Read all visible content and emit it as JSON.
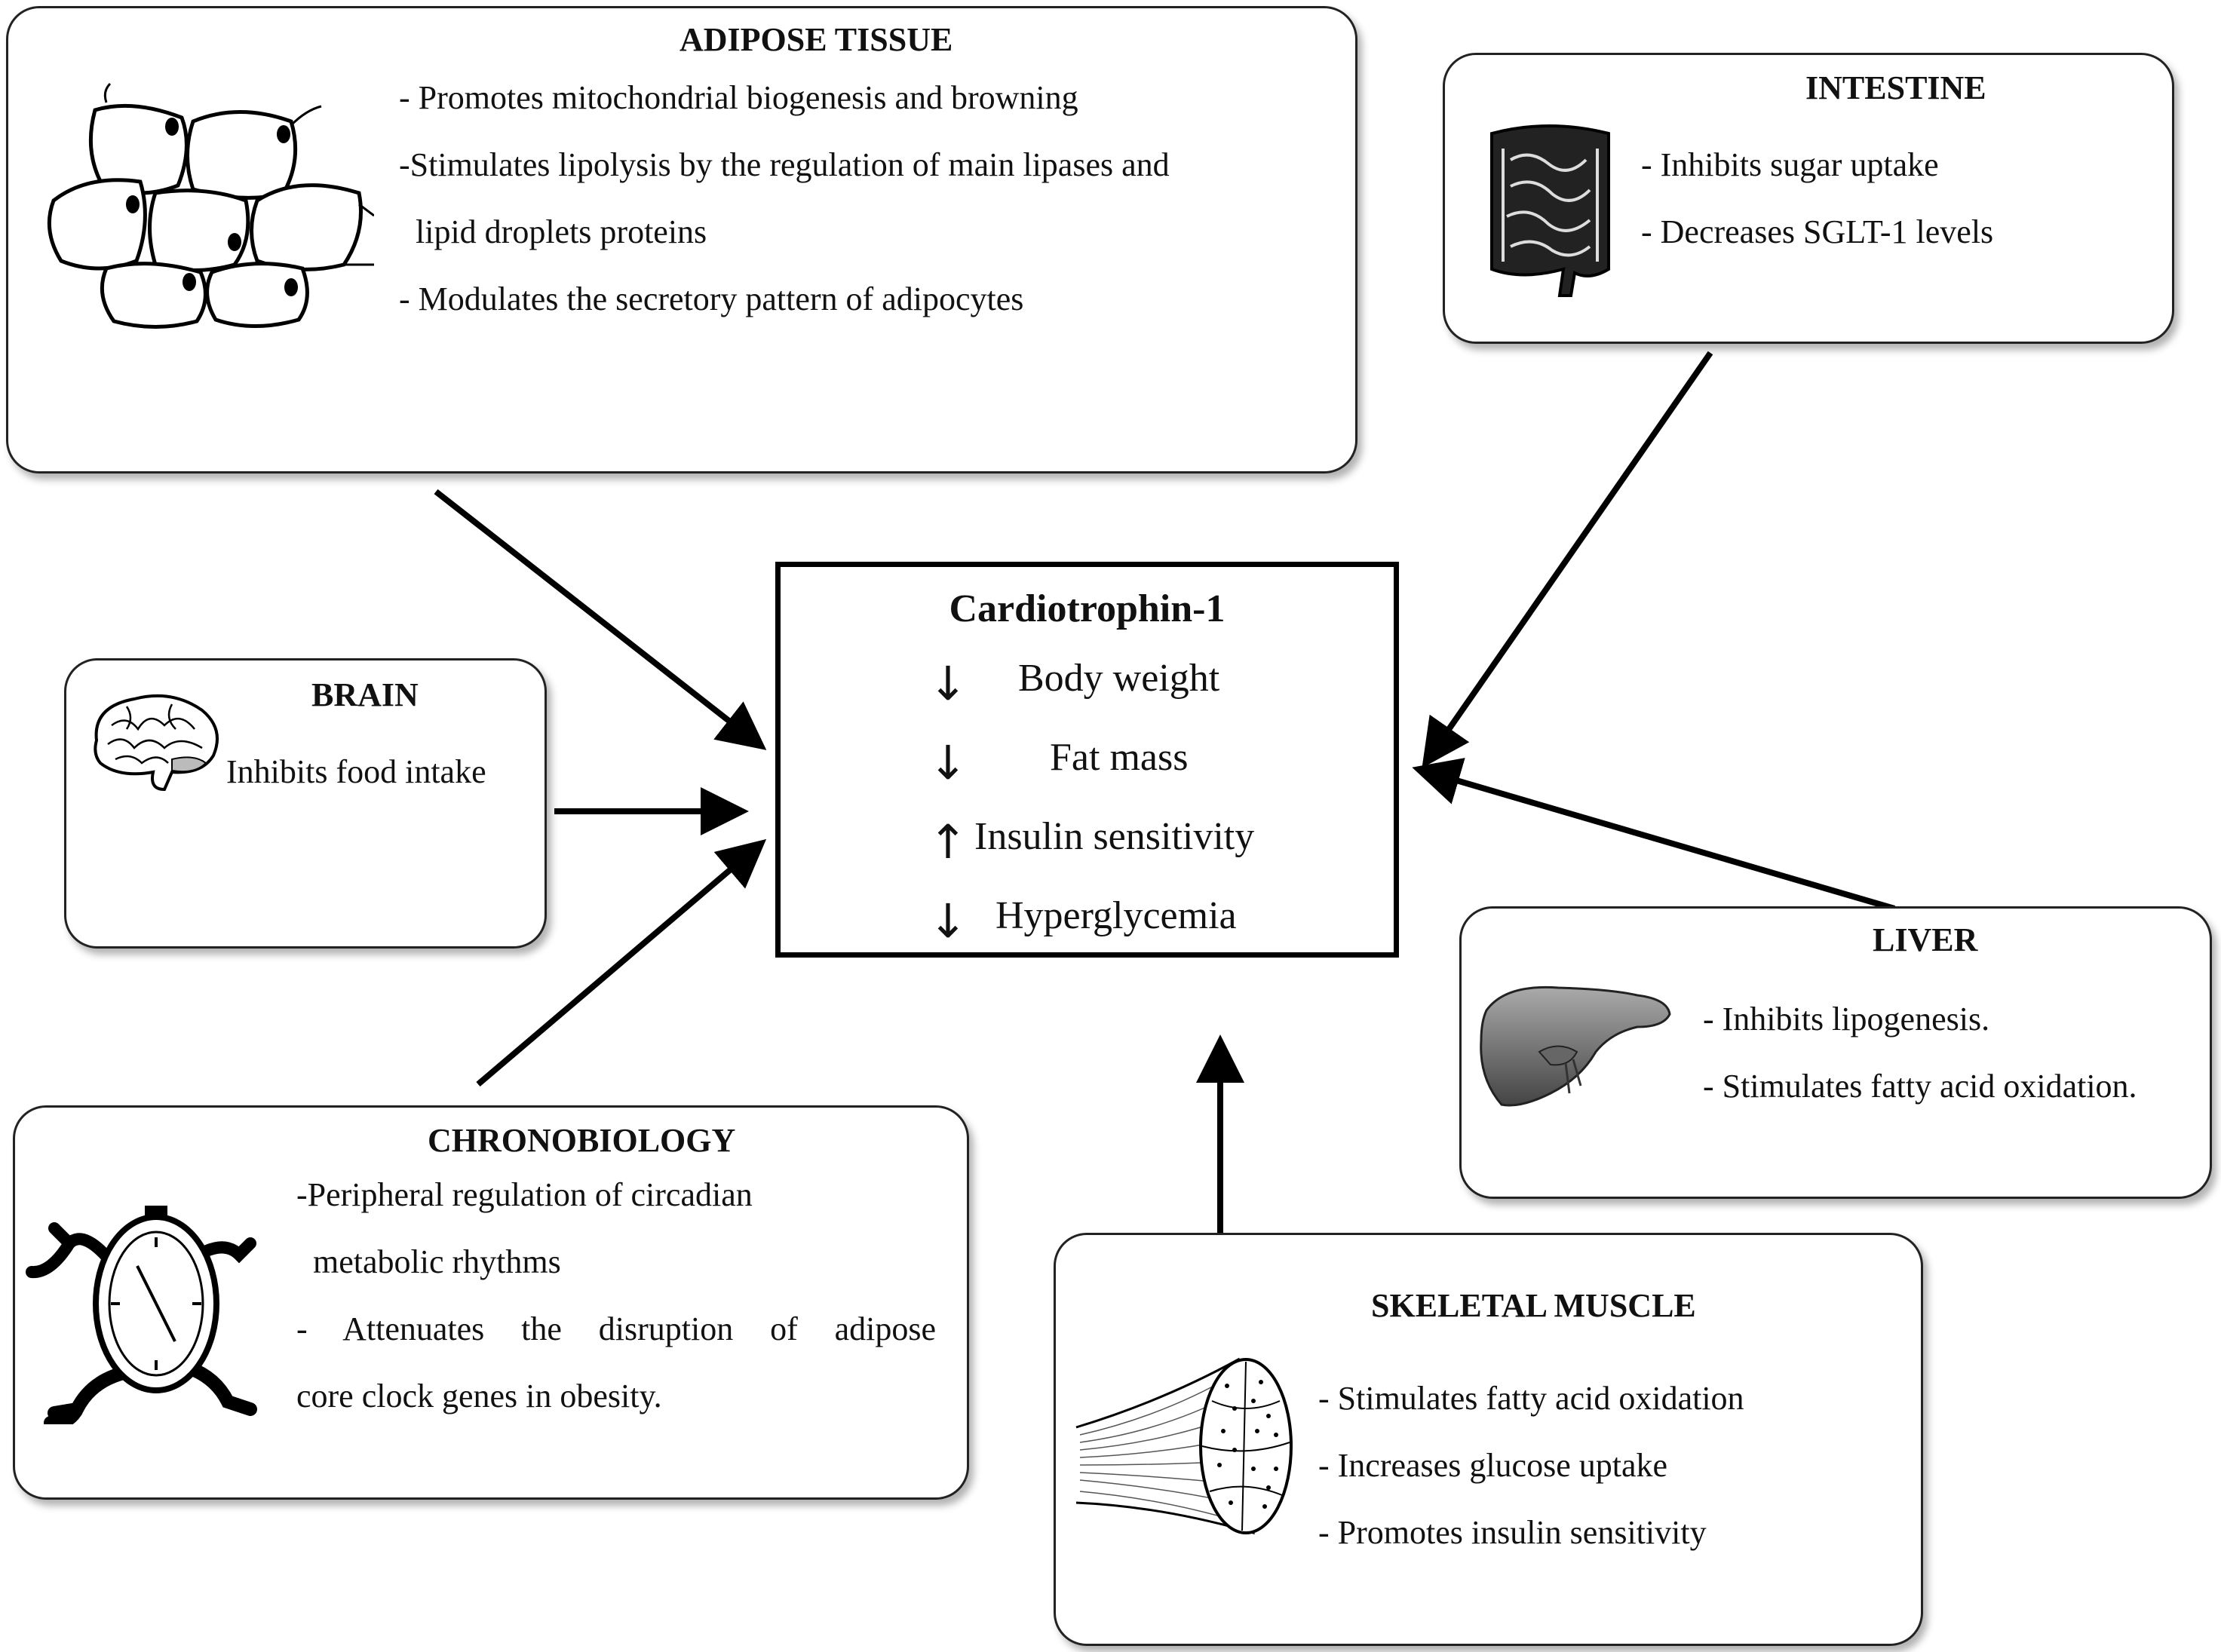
{
  "center": {
    "title": "Cardiotrophin-1",
    "effects": [
      {
        "arrow": "↓",
        "direction": "down",
        "label": "Body  weight"
      },
      {
        "arrow": "↓",
        "direction": "down",
        "label": "Fat mass"
      },
      {
        "arrow": "↑",
        "direction": "up",
        "label": "Insulin sensitivity"
      },
      {
        "arrow": "↓",
        "direction": "down",
        "label": "Hyperglycemia"
      }
    ]
  },
  "adipose": {
    "title": "ADIPOSE TISSUE",
    "icon": "adipocytes-icon",
    "lines": [
      "- Promotes mitochondrial biogenesis and browning",
      "-Stimulates lipolysis by the regulation of main lipases and",
      "lipid  droplets proteins",
      "- Modulates the secretory pattern of adipocytes"
    ]
  },
  "intestine": {
    "title": "INTESTINE",
    "icon": "intestine-icon",
    "lines": [
      "- Inhibits sugar uptake",
      "- Decreases SGLT-1  levels"
    ]
  },
  "brain": {
    "title": "BRAIN",
    "icon": "brain-icon",
    "lines": [
      "Inhibits food intake"
    ]
  },
  "liver": {
    "title": "LIVER",
    "icon": "liver-icon",
    "lines": [
      "- Inhibits lipogenesis.",
      "- Stimulates fatty acid oxidation."
    ]
  },
  "chrono": {
    "title": "CHRONOBIOLOGY",
    "icon": "running-clock-icon",
    "lines": [
      "-Peripheral regulation of circadian",
      "metabolic rhythms",
      "- Attenuates the disruption of adipose",
      "core clock genes in obesity."
    ]
  },
  "muscle": {
    "title": "SKELETAL MUSCLE",
    "icon": "muscle-fiber-icon",
    "lines": [
      "- Stimulates fatty acid oxidation",
      "- Increases glucose uptake",
      "- Promotes insulin sensitivity"
    ]
  }
}
